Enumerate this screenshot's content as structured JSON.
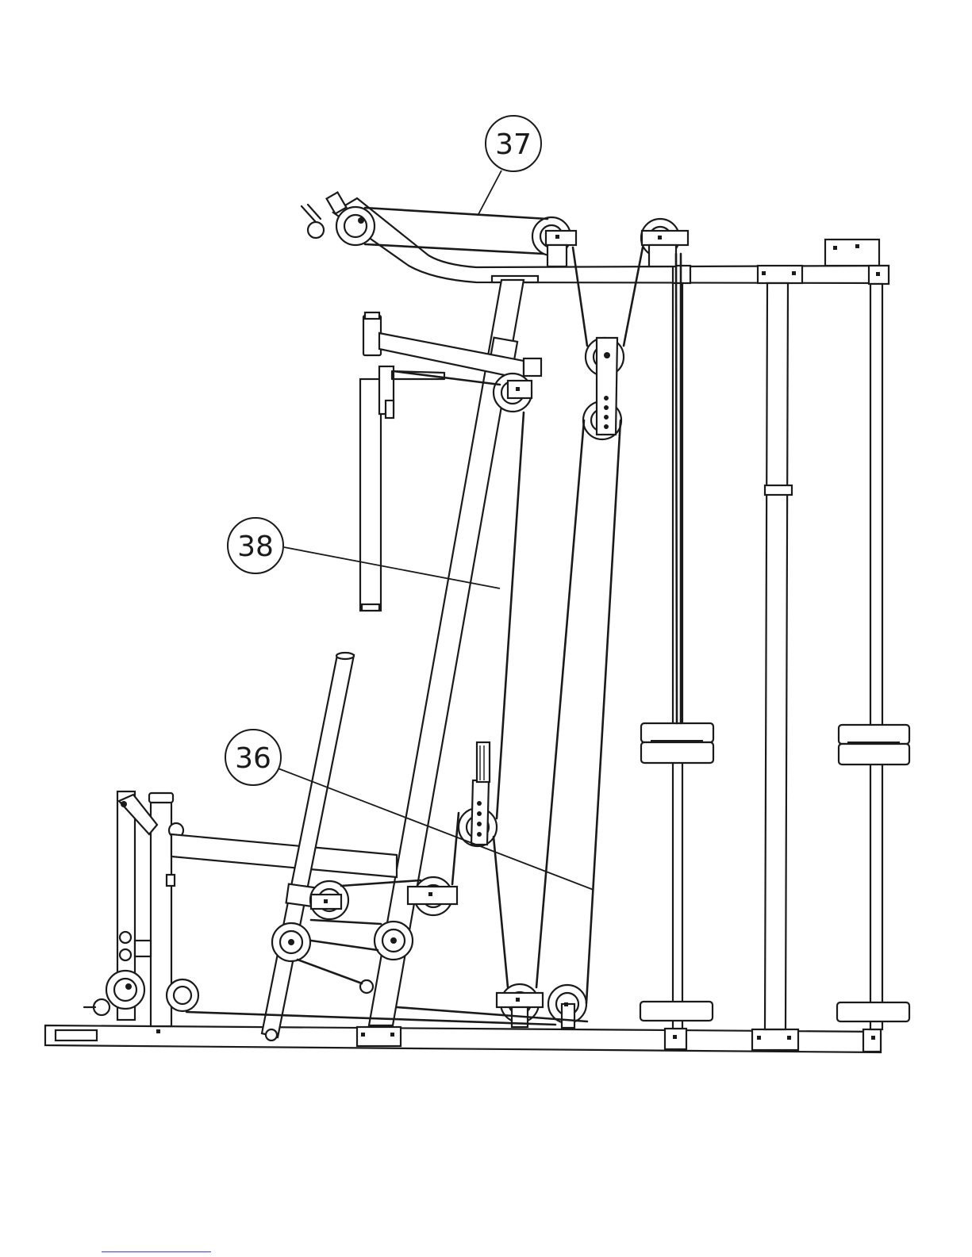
{
  "callouts": [
    {
      "id": "37",
      "label": "37"
    },
    {
      "id": "38",
      "label": "38"
    },
    {
      "id": "36",
      "label": "36"
    }
  ]
}
